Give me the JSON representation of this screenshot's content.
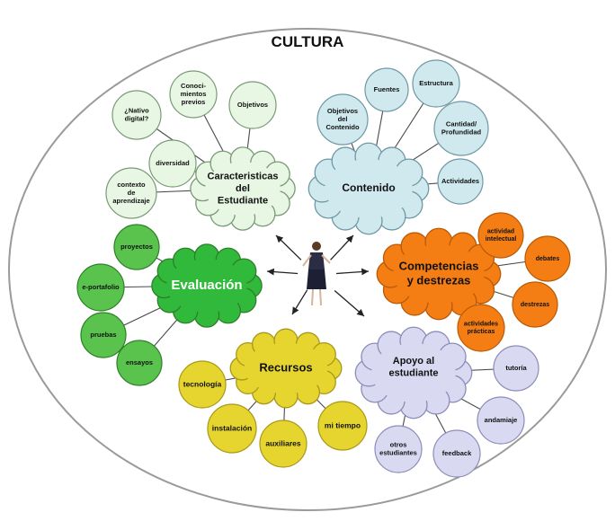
{
  "title": "CULTURA",
  "colors": {
    "student": "#e8f6e4",
    "student_stroke": "#7a9a76",
    "content": "#cfe9ef",
    "content_stroke": "#6f98a4",
    "competencias": "#f47d14",
    "competencias_stroke": "#b85a08",
    "apoyo": "#d9d9f2",
    "apoyo_stroke": "#8c8cb8",
    "recursos": "#e7d52f",
    "recursos_stroke": "#a8981a",
    "evaluacion": "#5ac34e",
    "evaluacion_center": "#31b93c",
    "evaluacion_stroke": "#2f7f2a",
    "outer_stroke": "#9a9a9a",
    "line": "#4a4a4a"
  },
  "clusters": {
    "caracteristicas": {
      "label_lines": [
        "Caracteristicas",
        "del",
        "Estudiante"
      ],
      "nodes": [
        [
          "¿Nativo",
          "digital?"
        ],
        [
          "Conoci-",
          "mientos",
          "previos"
        ],
        [
          "Objetivos"
        ],
        [
          "diversidad"
        ],
        [
          "contexto",
          "de",
          "aprendizaje"
        ]
      ]
    },
    "contenido": {
      "label_lines": [
        "Contenido"
      ],
      "nodes": [
        [
          "Objetivos",
          "del",
          "Contenido"
        ],
        [
          "Fuentes"
        ],
        [
          "Estructura"
        ],
        [
          "Cantidad/",
          "Profundidad"
        ],
        [
          "Actividades"
        ]
      ]
    },
    "competencias": {
      "label_lines": [
        "Competencias",
        "y destrezas"
      ],
      "nodes": [
        [
          "actividad",
          "intelectual"
        ],
        [
          "debates"
        ],
        [
          "destrezas"
        ],
        [
          "actividades",
          "prácticas"
        ]
      ]
    },
    "evaluacion": {
      "label_lines": [
        "Evaluación"
      ],
      "nodes": [
        [
          "proyectos"
        ],
        [
          "e-portafolio"
        ],
        [
          "pruebas"
        ],
        [
          "ensayos"
        ]
      ]
    },
    "recursos": {
      "label_lines": [
        "Recursos"
      ],
      "nodes": [
        [
          "tecnología"
        ],
        [
          "instalación"
        ],
        [
          "auxiliares"
        ],
        [
          "mi tiempo"
        ]
      ]
    },
    "apoyo": {
      "label_lines": [
        "Apoyo al",
        "estudiante"
      ],
      "nodes": [
        [
          "tutoría"
        ],
        [
          "andamiaje"
        ],
        [
          "feedback"
        ],
        [
          "otros",
          "estudiantes"
        ]
      ]
    }
  }
}
